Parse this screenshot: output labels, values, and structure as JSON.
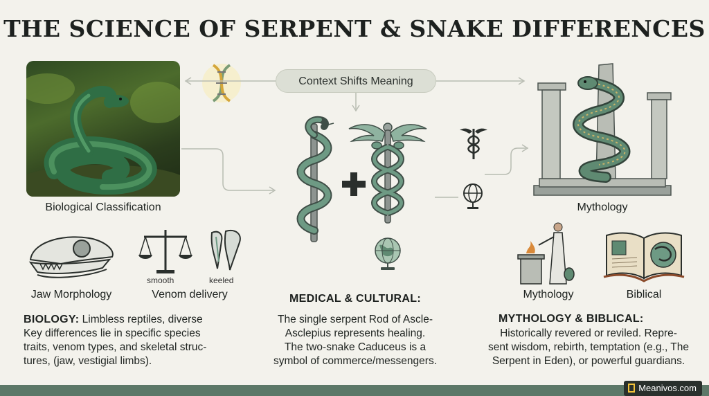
{
  "title": "THE SCIENCE OF SERPENT & SNAKE DIFFERENCES",
  "center_pill": "Context Shifts Meaning",
  "left": {
    "photo_label": "Biological Classification",
    "jaw_label": "Jaw Morphology",
    "venom_label": "Venom delivery",
    "fang_smooth": "smooth",
    "fang_keeled": "keeled",
    "heading": "BIOLOGY:",
    "body": [
      "Limbless reptiles, diverse",
      "Key differences lie in specific species",
      "traits, venom types, and skeletal struc-",
      "tures, (jaw, vestigial limbs)."
    ]
  },
  "center": {
    "heading": "MEDICAL & CULTURAL:",
    "body": [
      "The single serpent Rod of Ascle-",
      "Asclepius represents healing.",
      "The two-snake Caduceus is a",
      "symbol of commerce/messengers."
    ]
  },
  "right": {
    "temple_label": "Mythology",
    "myth_label": "Mythology",
    "bible_label": "Biblical",
    "heading": "MYTHOLOGY & BIBLICAL:",
    "body": [
      "Historically revered or reviled. Repre-",
      "sent wisdom, rebirth, temptation (e.g., The",
      "Serpent in Eden), or powerful guardians."
    ]
  },
  "brand": "Meanivos.com",
  "colors": {
    "background": "#f3f2ec",
    "snake_green": "#5f8a72",
    "stone": "#b9bdb5",
    "footer": "#5c7868"
  }
}
